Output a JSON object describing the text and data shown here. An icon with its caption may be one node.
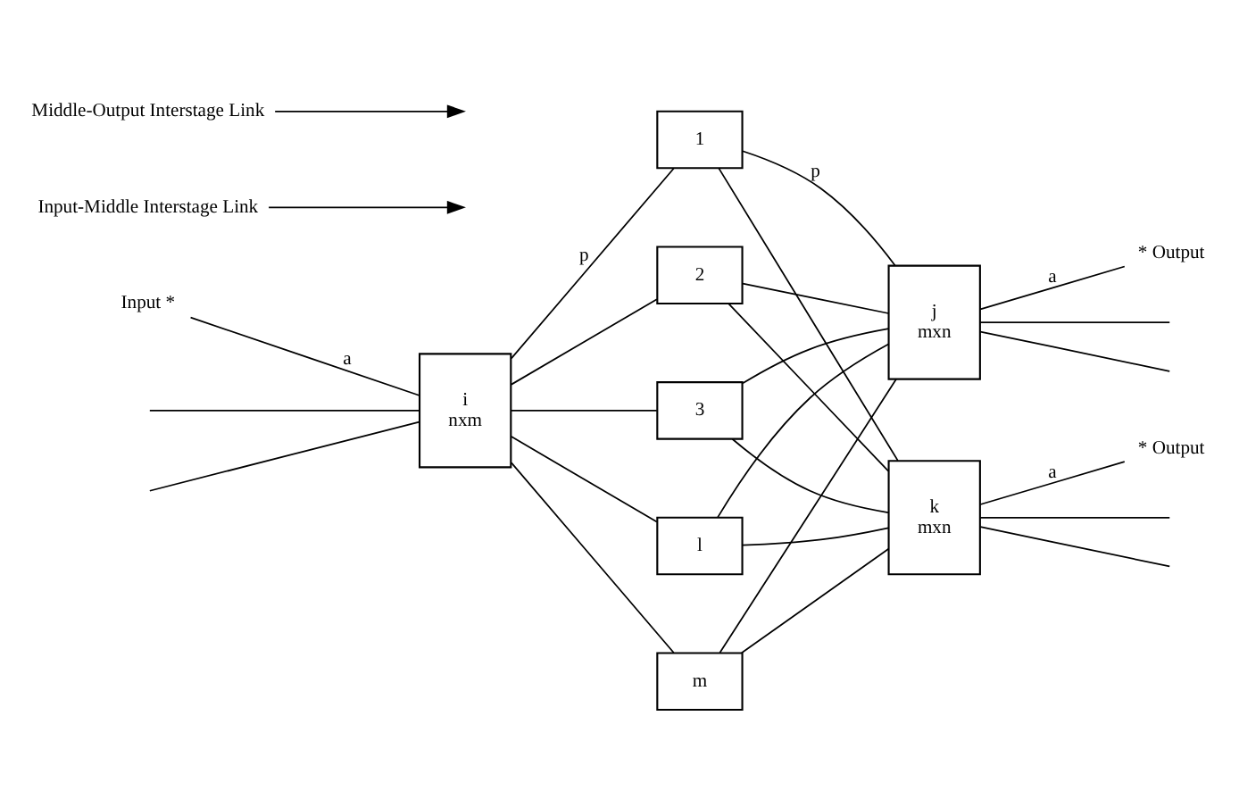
{
  "diagram": {
    "nodes": [
      {
        "text": [
          "i",
          "nxm"
        ]
      },
      {
        "text": [
          "1"
        ]
      },
      {
        "text": [
          "2"
        ]
      },
      {
        "text": [
          "3"
        ]
      },
      {
        "text": [
          "l"
        ]
      },
      {
        "text": [
          "m"
        ]
      },
      {
        "text": [
          "j",
          "mxn"
        ]
      },
      {
        "text": [
          "k",
          "mxn"
        ]
      },
      {
        "text": [
          "Input *"
        ]
      },
      {
        "text": [
          "* Output"
        ]
      },
      {
        "text": [
          "* Output"
        ]
      },
      {
        "text": [
          "Input-Middle Interstage Link"
        ]
      },
      {
        "text": [
          "Middle-Output Interstage Link"
        ]
      }
    ],
    "edges": [
      {
        "from": 8,
        "to": 0,
        "arrow": "none",
        "label": "a"
      },
      {
        "from": null,
        "to": 0,
        "arrow": "none"
      },
      {
        "from": null,
        "to": 0,
        "arrow": "none"
      },
      {
        "from": 0,
        "to": 1,
        "arrow": "none",
        "label": "p"
      },
      {
        "from": 0,
        "to": 2,
        "arrow": "none"
      },
      {
        "from": 0,
        "to": 3,
        "arrow": "none"
      },
      {
        "from": 0,
        "to": 4,
        "arrow": "none"
      },
      {
        "from": 0,
        "to": 5,
        "arrow": "none"
      },
      {
        "from": 1,
        "to": 6,
        "arrow": "none",
        "label": "p"
      },
      {
        "from": 1,
        "to": 7,
        "arrow": "none"
      },
      {
        "from": 2,
        "to": 6,
        "arrow": "none"
      },
      {
        "from": 2,
        "to": 7,
        "arrow": "none"
      },
      {
        "from": 3,
        "to": 6,
        "arrow": "none"
      },
      {
        "from": 3,
        "to": 7,
        "arrow": "none"
      },
      {
        "from": 4,
        "to": 6,
        "arrow": "none"
      },
      {
        "from": 4,
        "to": 7,
        "arrow": "none"
      },
      {
        "from": 5,
        "to": 6,
        "arrow": "none"
      },
      {
        "from": 5,
        "to": 7,
        "arrow": "none"
      },
      {
        "from": 6,
        "to": 9,
        "arrow": "none",
        "label": "a"
      },
      {
        "from": 6,
        "to": null,
        "arrow": "none"
      },
      {
        "from": 6,
        "to": null,
        "arrow": "none"
      },
      {
        "from": 7,
        "to": 10,
        "arrow": "none",
        "label": "a"
      },
      {
        "from": 7,
        "to": null,
        "arrow": "none"
      },
      {
        "from": 7,
        "to": null,
        "arrow": "none"
      },
      {
        "from": 11,
        "to": null,
        "arrow": "to"
      },
      {
        "from": 12,
        "to": null,
        "arrow": "to"
      }
    ]
  }
}
